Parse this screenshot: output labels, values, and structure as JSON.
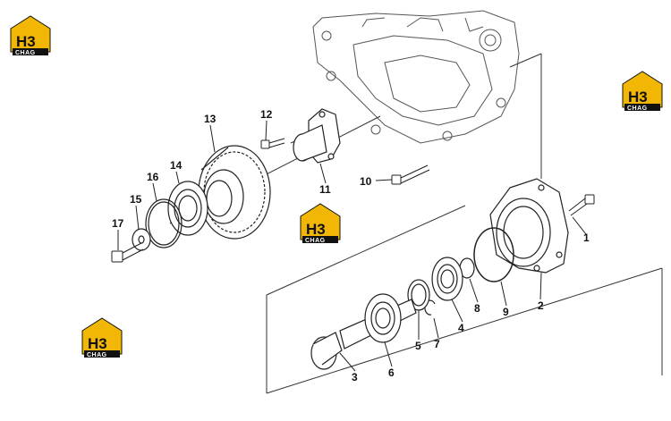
{
  "parts": [
    {
      "id": "p1",
      "number": "1"
    },
    {
      "id": "p2",
      "number": "2"
    },
    {
      "id": "p3",
      "number": "3"
    },
    {
      "id": "p4",
      "number": "4"
    },
    {
      "id": "p5",
      "number": "5"
    },
    {
      "id": "p6",
      "number": "6"
    },
    {
      "id": "p7",
      "number": "7"
    },
    {
      "id": "p8",
      "number": "8"
    },
    {
      "id": "p9",
      "number": "9"
    },
    {
      "id": "p10",
      "number": "10"
    },
    {
      "id": "p11",
      "number": "11"
    },
    {
      "id": "p12",
      "number": "12"
    },
    {
      "id": "p13",
      "number": "13"
    },
    {
      "id": "p14",
      "number": "14"
    },
    {
      "id": "p15",
      "number": "15"
    },
    {
      "id": "p16",
      "number": "16"
    },
    {
      "id": "p17",
      "number": "17"
    }
  ],
  "watermark": {
    "logo_text": "H3",
    "logo_sub": "CHAG",
    "accent_color": "#f2b705"
  }
}
